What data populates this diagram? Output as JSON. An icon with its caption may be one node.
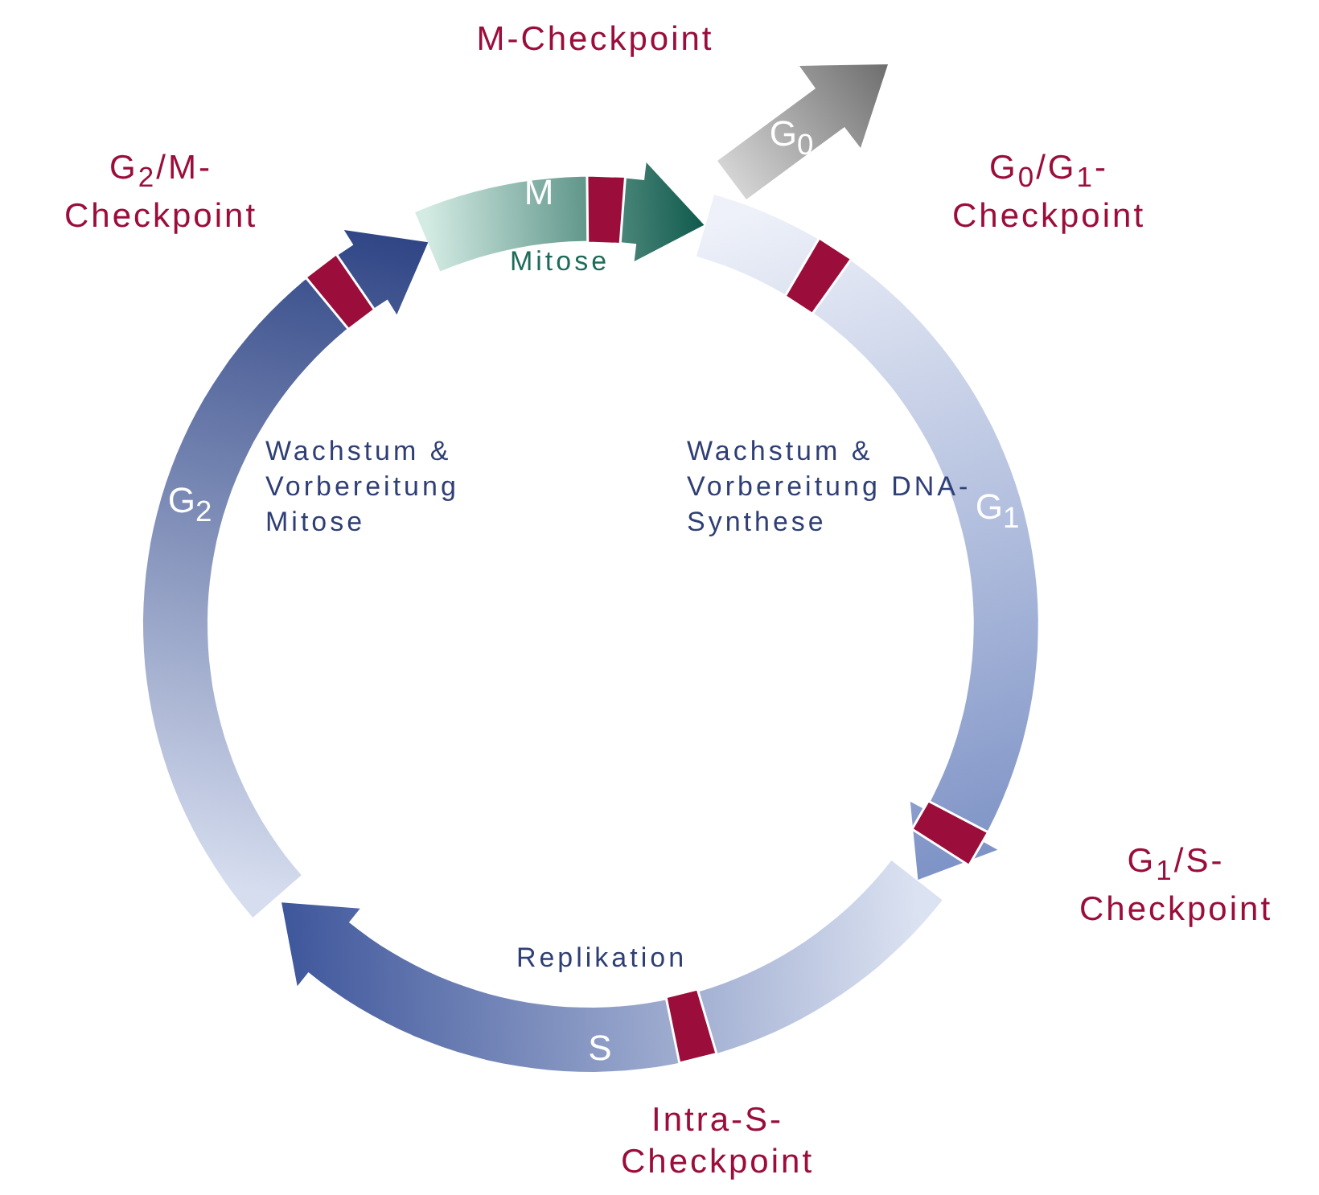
{
  "diagram": {
    "nodes": [
      {
        "text": [
          "M"
        ],
        "beside": [
          "Mitose"
        ]
      },
      {
        "text": [
          "G$_{1}$"
        ],
        "beside": [
          "Wachstum & Vorbereitung DNA-Synthese"
        ]
      },
      {
        "text": [
          "S"
        ],
        "beside": [
          "Replikation"
        ]
      },
      {
        "text": [
          "G$_{2}$"
        ],
        "beside": [
          "Wachstum & Vorbereitung Mitose"
        ]
      },
      {
        "text": [
          "G$_{0}$"
        ]
      },
      {
        "text": [],
        "shape": "box",
        "in": 0
      },
      {
        "text": [],
        "shape": "box",
        "in": 1
      },
      {
        "text": [],
        "shape": "box",
        "in": 1
      },
      {
        "text": [],
        "shape": "box",
        "in": 2
      },
      {
        "text": [],
        "shape": "box",
        "in": 3
      }
    ],
    "labels": [
      "M-Checkpoint",
      "G$_{2}$/M-Checkpoint",
      "G$_{0}$/G$_{1}$-Checkpoint",
      "G$_{1}$/S-Checkpoint",
      "Intra-S-Checkpoint"
    ]
  }
}
